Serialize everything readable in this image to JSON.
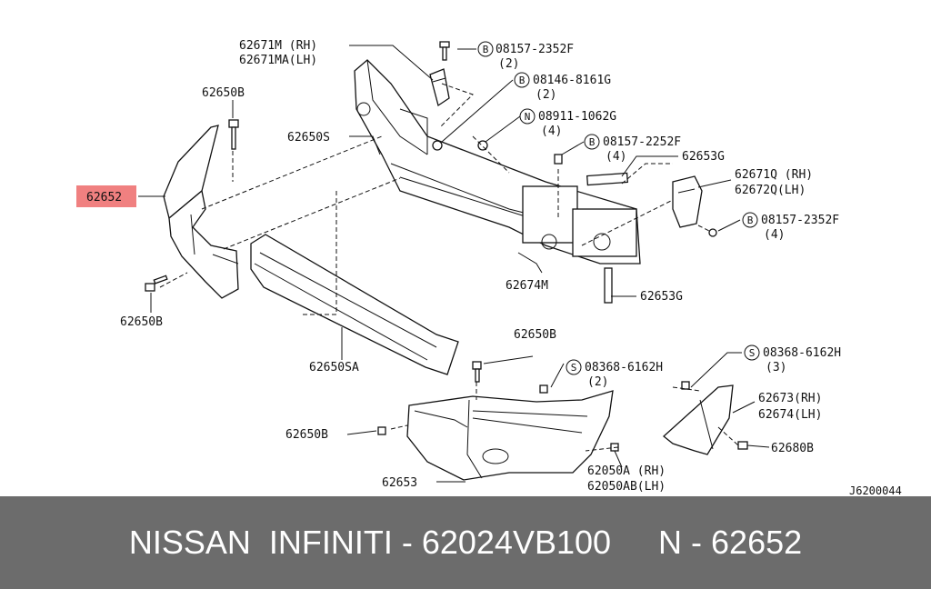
{
  "diagram_ref": "J6200044",
  "highlight_color": "#f08080",
  "labels": {
    "l62671m_rh": "62671M (RH)",
    "l62671ma_lh": "62671MA(LH)",
    "b08157_2352f_top": "08157-2352F",
    "b08157_2352f_top_qty": "(2)",
    "b08146_8161g": "08146-8161G",
    "b08146_8161g_qty": "(2)",
    "n08911_1062g": "08911-1062G",
    "n08911_1062g_qty": "(4)",
    "b08157_2252f": "08157-2252F",
    "b08157_2252f_qty": "(4)",
    "l62653g_top": "62653G",
    "l62671q_rh": "62671Q (RH)",
    "l62672q_lh": "62672Q(LH)",
    "b08157_2352f_right": "08157-2352F",
    "b08157_2352f_right_qty": "(4)",
    "l62650b_a": "62650B",
    "l62650s": "62650S",
    "l62652": "62652",
    "l62650b_b": "62650B",
    "l62674m": "62674M",
    "l62653g_bot": "62653G",
    "l62650sa": "62650SA",
    "l62650b_c": "62650B",
    "s08368_6162h_a": "08368-6162H",
    "s08368_6162h_a_qty": "(2)",
    "s08368_6162h_b": "08368-6162H",
    "s08368_6162h_b_qty": "(3)",
    "l62673_rh": "62673(RH)",
    "l62674_lh": "62674(LH)",
    "l62650b_d": "62650B",
    "l62680b": "62680B",
    "l62050a_rh": "62050A (RH)",
    "l62050ab_lh": "62050AB(LH)",
    "l62653": "62653"
  },
  "symbols": {
    "bolt": "B",
    "nut": "N",
    "screw": "S"
  },
  "footer": {
    "brand_text": "NISSAN  INFINITI - 62024VB100",
    "part_text": "N - 62652"
  }
}
